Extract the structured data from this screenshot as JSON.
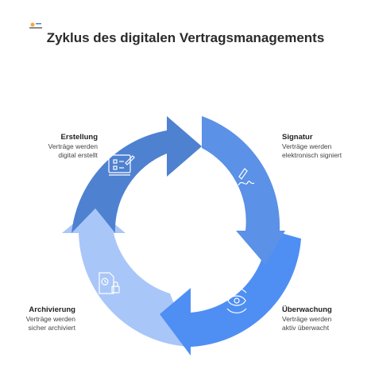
{
  "title": "Zyklus des digitalen Vertragsmanagements",
  "stages": [
    {
      "name": "Erstellung",
      "desc_line1": "Verträge werden",
      "desc_line2": "digital erstellt",
      "color": "#4f81d1",
      "icon": "document-edit-icon"
    },
    {
      "name": "Signatur",
      "desc_line1": "Verträge werden",
      "desc_line2": "elektronisch signiert",
      "color": "#5b91e6",
      "icon": "signature-icon"
    },
    {
      "name": "Überwachung",
      "desc_line1": "Verträge werden",
      "desc_line2": "aktiv überwacht",
      "color": "#4f8ff3",
      "icon": "eye-monitor-icon"
    },
    {
      "name": "Archivierung",
      "desc_line1": "Verträge werden",
      "desc_line2": "sicher archiviert",
      "color": "#a9c6f9",
      "icon": "archive-lock-icon"
    }
  ]
}
